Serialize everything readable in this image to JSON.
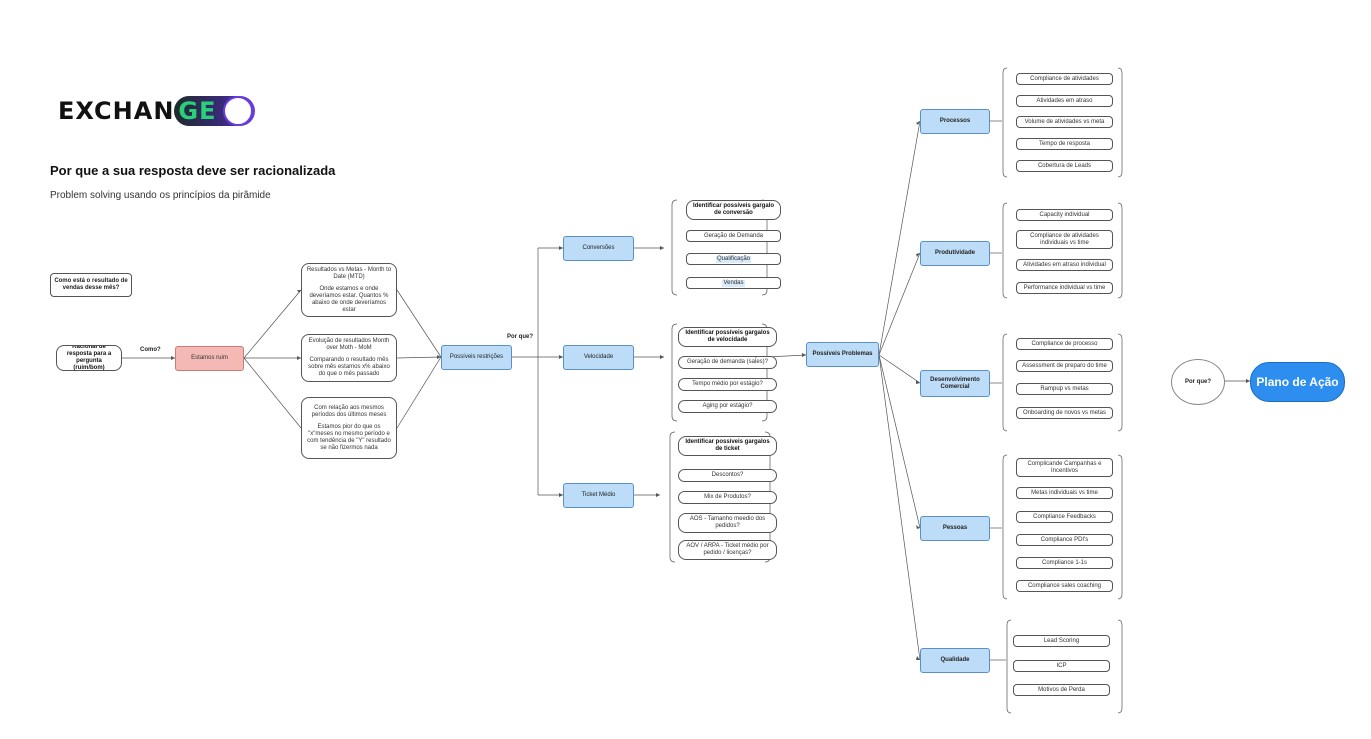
{
  "logo": {
    "text": "EXCHAN",
    "accent": "GE"
  },
  "heading": {
    "title": "Por que a sua resposta deve ser racionalizada",
    "subtitle": "Problem solving usando os princípios da pirâmide"
  },
  "colors": {
    "blue_fill": "#bcdcf7",
    "pink_fill": "#f4b9b4",
    "plan_fill": "#2d8ef0",
    "logo_accent": "#28d07a"
  },
  "left": {
    "question_bubble": "Como está o resultado de vendas desse mês?",
    "rational_box": "Racional de resposta para a pergunta (ruim/bom)",
    "como_label": "Como?",
    "estamos_ruim": "Estamos ruim",
    "reasons": [
      {
        "title": "Resultados vs Metas - Month to Date (MTD)",
        "body": "Onde estamos e onde deveríamos estar. Quantos % abaixo de onde deveríamos estar"
      },
      {
        "title": "Evolução de resultados Month over Moth - MoM",
        "body": "Comparando o resultado mês sobre mês estamos x% abaixo do que o mês passado"
      },
      {
        "title": "Com relação aos mesmos períodos dos últimos meses",
        "body": "Estamos pior do que os \"x\"meses no mesmo período e com tendência de \"Y\" resultado se não fizermos nada"
      }
    ],
    "restricoes": "Possíveis restrições",
    "porque_label": "Por que?"
  },
  "branches": [
    {
      "name": "Conversões",
      "header": "Identificar possíveis gargalo de conversão",
      "items": [
        "Geração de Demanda",
        "Qualificação",
        "Vendas"
      ]
    },
    {
      "name": "Velocidade",
      "header": "Identificar possíveis gargalos de velocidade",
      "items": [
        "Geração de demanda (saĺes)?",
        "Tempo médio por estágio?",
        "Aging por estágio?"
      ]
    },
    {
      "name": "Ticket Médio",
      "header": "Identificar possíveis gargalos de ticket",
      "items": [
        "Descontos?",
        "Mix de Produtos?",
        "AOS - Tamanho meedio dos pedidos?",
        "AOV / ARPA - Ticket médio por pedido / licenças?"
      ]
    }
  ],
  "problems": {
    "center": "Possíveis Problemas",
    "categories": [
      {
        "name": "Processos",
        "items": [
          "Compliance de atividades",
          "Atividades em atraso",
          "Volume de atividades vs meta",
          "Tempo de resposta",
          "Cobertura de Leads"
        ]
      },
      {
        "name": "Produtividade",
        "items": [
          "Capacity individual",
          "Compliance de atividades individuais vs time",
          "Atividades em atraso individual",
          "Performance individual vs time"
        ]
      },
      {
        "name": "Desenvolvimento Comercial",
        "items": [
          "Compliance de processo",
          "Assessment de preparo do time",
          "Rampup vs metas",
          "Onboarding de novos  vs metas"
        ]
      },
      {
        "name": "Pessoas",
        "items": [
          "Complicande Campanhas e Incentivos",
          "Metas individuais vs time",
          "Compliance Feedbacks",
          "Compliance PDI's",
          "Compliance 1-1s",
          "Compliance sales coaching"
        ]
      },
      {
        "name": "Qualidade",
        "items": [
          "Lead Scoring",
          "ICP",
          "Motivos de Perda"
        ]
      }
    ]
  },
  "end": {
    "question": "Por que?",
    "plan": "Plano de Ação"
  }
}
